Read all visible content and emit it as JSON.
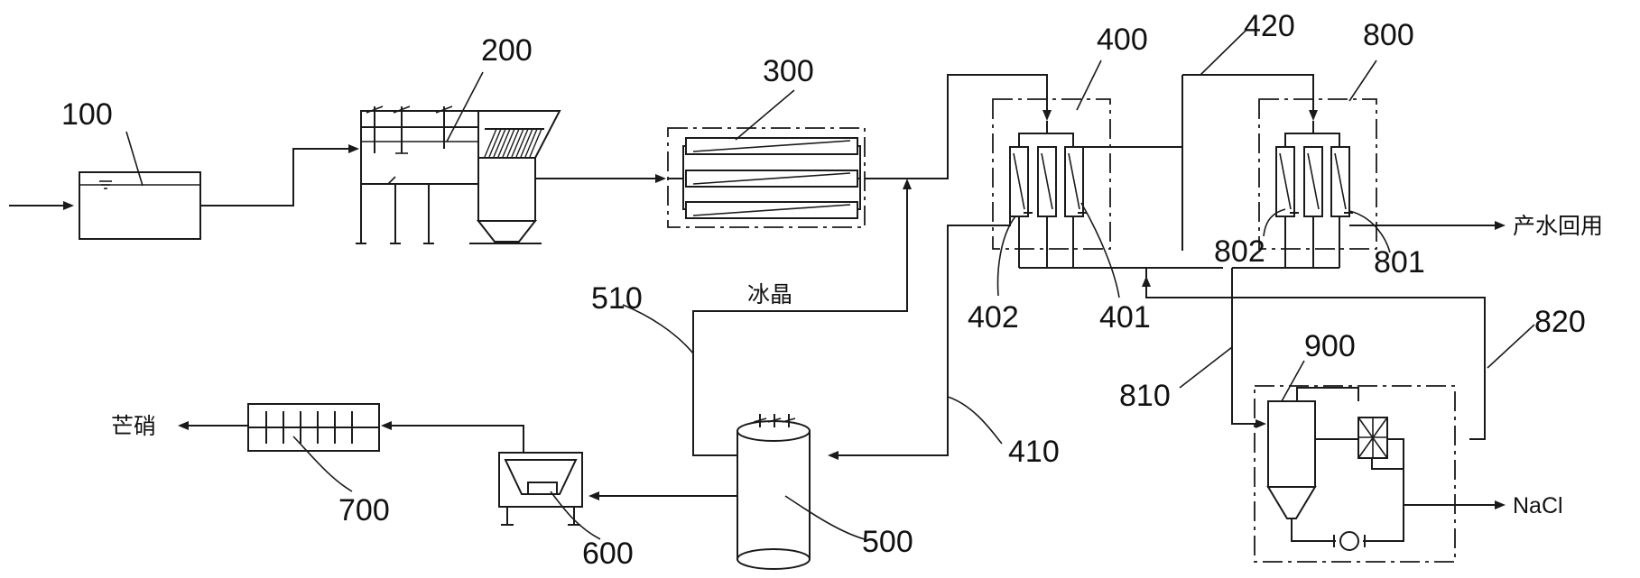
{
  "labels": {
    "n100": "100",
    "n200": "200",
    "n300": "300",
    "n400": "400",
    "n401": "401",
    "n402": "402",
    "n410": "410",
    "n420": "420",
    "n500": "500",
    "n510": "510",
    "n600": "600",
    "n700": "700",
    "n800": "800",
    "n801": "801",
    "n802": "802",
    "n810": "810",
    "n820": "820",
    "n900": "900"
  },
  "streams": {
    "ice_crystal": "冰晶",
    "water_reuse": "产水回用",
    "mirabilite": "芒硝",
    "nacl": "NaCl"
  }
}
